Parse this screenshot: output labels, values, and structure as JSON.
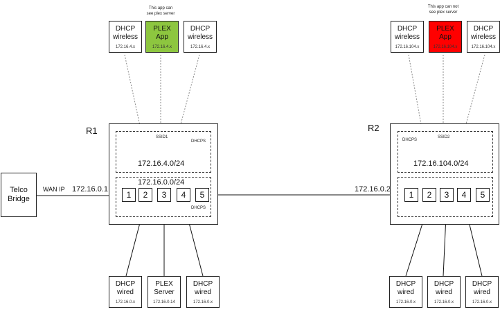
{
  "notes": {
    "left": [
      "This app can",
      "see plex server"
    ],
    "right": [
      "This app can not",
      "see plex server"
    ]
  },
  "top_left": [
    {
      "l1": "DHCP",
      "l2": "wireless",
      "ip": "172.16.4.x"
    },
    {
      "l1": "PLEX",
      "l2": "App",
      "ip": "172.16.4.x"
    },
    {
      "l1": "DHCP",
      "l2": "wireless",
      "ip": "172.16.4.x"
    }
  ],
  "top_right": [
    {
      "l1": "DHCP",
      "l2": "wireless",
      "ip": "172.16.104.x"
    },
    {
      "l1": "PLEX",
      "l2": "App",
      "ip": "172.16.104.x"
    },
    {
      "l1": "DHCP",
      "l2": "wireless",
      "ip": "172.16.104.x"
    }
  ],
  "bottom_left": [
    {
      "l1": "DHCP",
      "l2": "wired",
      "ip": "172.16.0.x"
    },
    {
      "l1": "PLEX",
      "l2": "Server",
      "ip": "172.16.0.14"
    },
    {
      "l1": "DHCP",
      "l2": "wired",
      "ip": "172.16.0.x"
    }
  ],
  "bottom_right": [
    {
      "l1": "DHCP",
      "l2": "wired",
      "ip": "172.16.0.x"
    },
    {
      "l1": "DHCP",
      "l2": "wired",
      "ip": "172.16.0.x"
    },
    {
      "l1": "DHCP",
      "l2": "wired",
      "ip": "172.16.0.x"
    }
  ],
  "r1": {
    "name": "R1",
    "ssid": "SSID1",
    "dhcps_top": "DHCPS",
    "wifi_net": "172.16.4.0/24",
    "lan_net": "172.16.0.0/24",
    "dhcps_bottom": "DHCPS",
    "ports": [
      "1",
      "2",
      "3",
      "4",
      "5"
    ]
  },
  "r2": {
    "name": "R2",
    "ssid": "SSID2",
    "dhcps_top": "DHCPS",
    "wifi_net": "172.16.104.0/24",
    "ports": [
      "1",
      "2",
      "3",
      "4",
      "5"
    ]
  },
  "telco": {
    "l1": "Telco",
    "l2": "Bridge"
  },
  "wan_label": "WAN IP",
  "wan_ip": "172.16.0.1",
  "r2_ip": "172.16.0.2",
  "colors": {
    "plex_ok": "#8dc63f",
    "plex_blocked": "#ff0000"
  }
}
